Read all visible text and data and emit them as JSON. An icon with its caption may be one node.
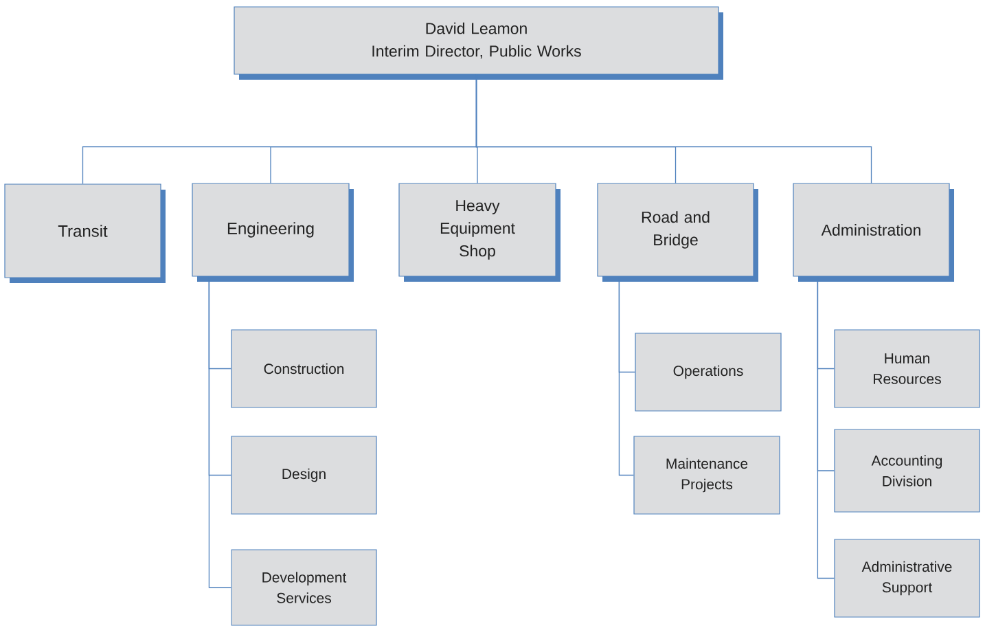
{
  "diagram": {
    "nodes": [
      {
        "text": [
          "David Leamon",
          "Interim Director, Public Works"
        ]
      },
      {
        "text": [
          "Transit"
        ]
      },
      {
        "text": [
          "Engineering"
        ]
      },
      {
        "text": [
          "Heavy Equipment Shop"
        ]
      },
      {
        "text": [
          "Road and Bridge"
        ]
      },
      {
        "text": [
          "Administration"
        ]
      },
      {
        "text": [
          "Construction"
        ]
      },
      {
        "text": [
          "Design"
        ]
      },
      {
        "text": [
          "Development Services"
        ]
      },
      {
        "text": [
          "Operations"
        ]
      },
      {
        "text": [
          "Maintenance Projects"
        ]
      },
      {
        "text": [
          "Human Resources"
        ]
      },
      {
        "text": [
          "Accounting Division"
        ]
      },
      {
        "text": [
          "Administrative Support"
        ]
      }
    ],
    "edges": [
      {
        "from": 0,
        "to": 1,
        "arrow": "none"
      },
      {
        "from": 0,
        "to": 2,
        "arrow": "none"
      },
      {
        "from": 0,
        "to": 3,
        "arrow": "none"
      },
      {
        "from": 0,
        "to": 4,
        "arrow": "none"
      },
      {
        "from": 0,
        "to": 5,
        "arrow": "none"
      },
      {
        "from": 2,
        "to": 6,
        "arrow": "none"
      },
      {
        "from": 2,
        "to": 7,
        "arrow": "none"
      },
      {
        "from": 2,
        "to": 8,
        "arrow": "none"
      },
      {
        "from": 4,
        "to": 9,
        "arrow": "none"
      },
      {
        "from": 4,
        "to": 10,
        "arrow": "none"
      },
      {
        "from": 5,
        "to": 11,
        "arrow": "none"
      },
      {
        "from": 5,
        "to": 12,
        "arrow": "none"
      },
      {
        "from": 5,
        "to": 13,
        "arrow": "none"
      }
    ]
  }
}
